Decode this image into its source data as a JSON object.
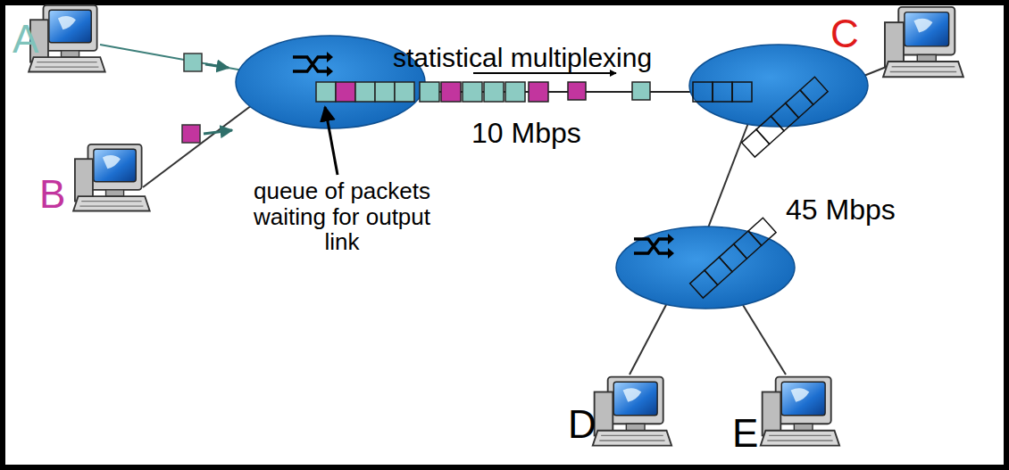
{
  "diagram": {
    "labels": [
      "A",
      "statistical multiplexing",
      "C",
      "B",
      "10 Mbps",
      "45 Mbps",
      "queue of packets waiting for output link",
      "D",
      "E"
    ]
  }
}
